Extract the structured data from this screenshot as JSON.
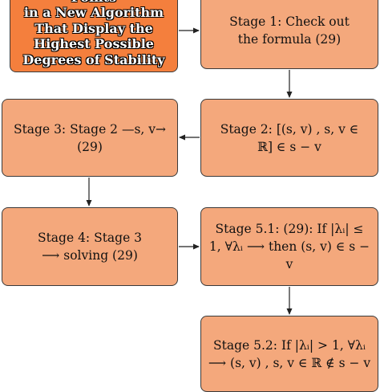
{
  "diagram": {
    "nodes": [
      {
        "id": "title",
        "text": "Identifying the Points\nin a New Algorithm\nThat Display the\nHighest Possible\nDegrees of Stability"
      },
      {
        "id": "stage1",
        "text": "Stage 1: Check out\nthe formula (29)"
      },
      {
        "id": "stage2",
        "text": "Stage 2: [(s, v) , s, v ∈\nℝ] ∈ s − v"
      },
      {
        "id": "stage3",
        "text": "Stage 3: Stage 2 —s, v→ (29)"
      },
      {
        "id": "stage4",
        "text": "Stage 4: Stage 3\n⟶ solving (29)"
      },
      {
        "id": "stage51",
        "text": "Stage 5.1: (29): If |λᵢ| ≤\n1, ∀λᵢ ⟶ then (s, v) ∈ s − v"
      },
      {
        "id": "stage52",
        "text": "Stage 5.2: If |λᵢ| > 1, ∀λᵢ\n⟶ (s, v) , s, v ∈ ℝ ∉ s − v"
      }
    ],
    "edges": [
      {
        "from": "title",
        "to": "stage1"
      },
      {
        "from": "stage1",
        "to": "stage2"
      },
      {
        "from": "stage2",
        "to": "stage3"
      },
      {
        "from": "stage3",
        "to": "stage4"
      },
      {
        "from": "stage4",
        "to": "stage51"
      },
      {
        "from": "stage51",
        "to": "stage52"
      }
    ],
    "colors": {
      "title_fill": "#f47f3d",
      "box_fill": "#f4a87c",
      "border": "#3a3a3a",
      "arrow": "#222222"
    }
  }
}
